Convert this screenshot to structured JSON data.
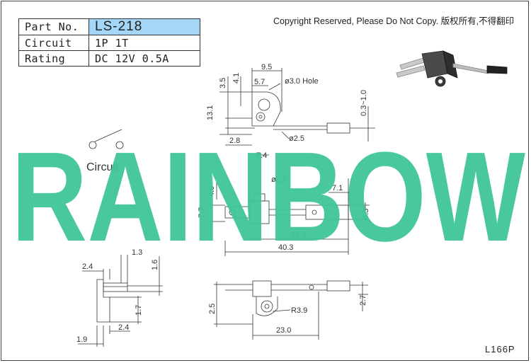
{
  "spec_table": {
    "rows": [
      {
        "key": "Part No.",
        "value": "LS-218"
      },
      {
        "key": "Circuit",
        "value": "1P 1T"
      },
      {
        "key": "Rating",
        "value": "DC 12V 0.5A"
      }
    ]
  },
  "copyright": "Copyright Reserved, Please Do Not Copy. 版权所有,不得翻印",
  "watermark": "RAINBOW",
  "circuit_label": "Circuit",
  "catalog_code": "L166P",
  "dims": {
    "d9_5": "9.5",
    "d5_7": "5.7",
    "d3_5": "3.5",
    "d4_1": "4.1",
    "hole": "ø3.0 Hole",
    "d13_1": "13.1",
    "d0_3": "0.3~1.0",
    "d2_8": "2.8",
    "d7_4": "7.4",
    "dia2_5a": "ø2.5",
    "dia2_5b": "ø2.5",
    "d4_0": "4.0",
    "d7_1": "7.1",
    "d7_7": "7.7",
    "d6_3": "6.3",
    "d32_3": "32.3",
    "d40_3": "40.3",
    "d1_3": "1.3",
    "d2_4a": "2.4",
    "d1_6": "1.6",
    "d1_7": "1.7",
    "d1_9": "1.9",
    "d2_4b": "2.4",
    "d2_5": "2.5",
    "r3_9": "R3.9",
    "d2_7": "2.7",
    "d23_0": "23.0"
  },
  "colors": {
    "watermark": "#3fc597",
    "highlight": "#a4d6f7",
    "line": "#333333"
  }
}
